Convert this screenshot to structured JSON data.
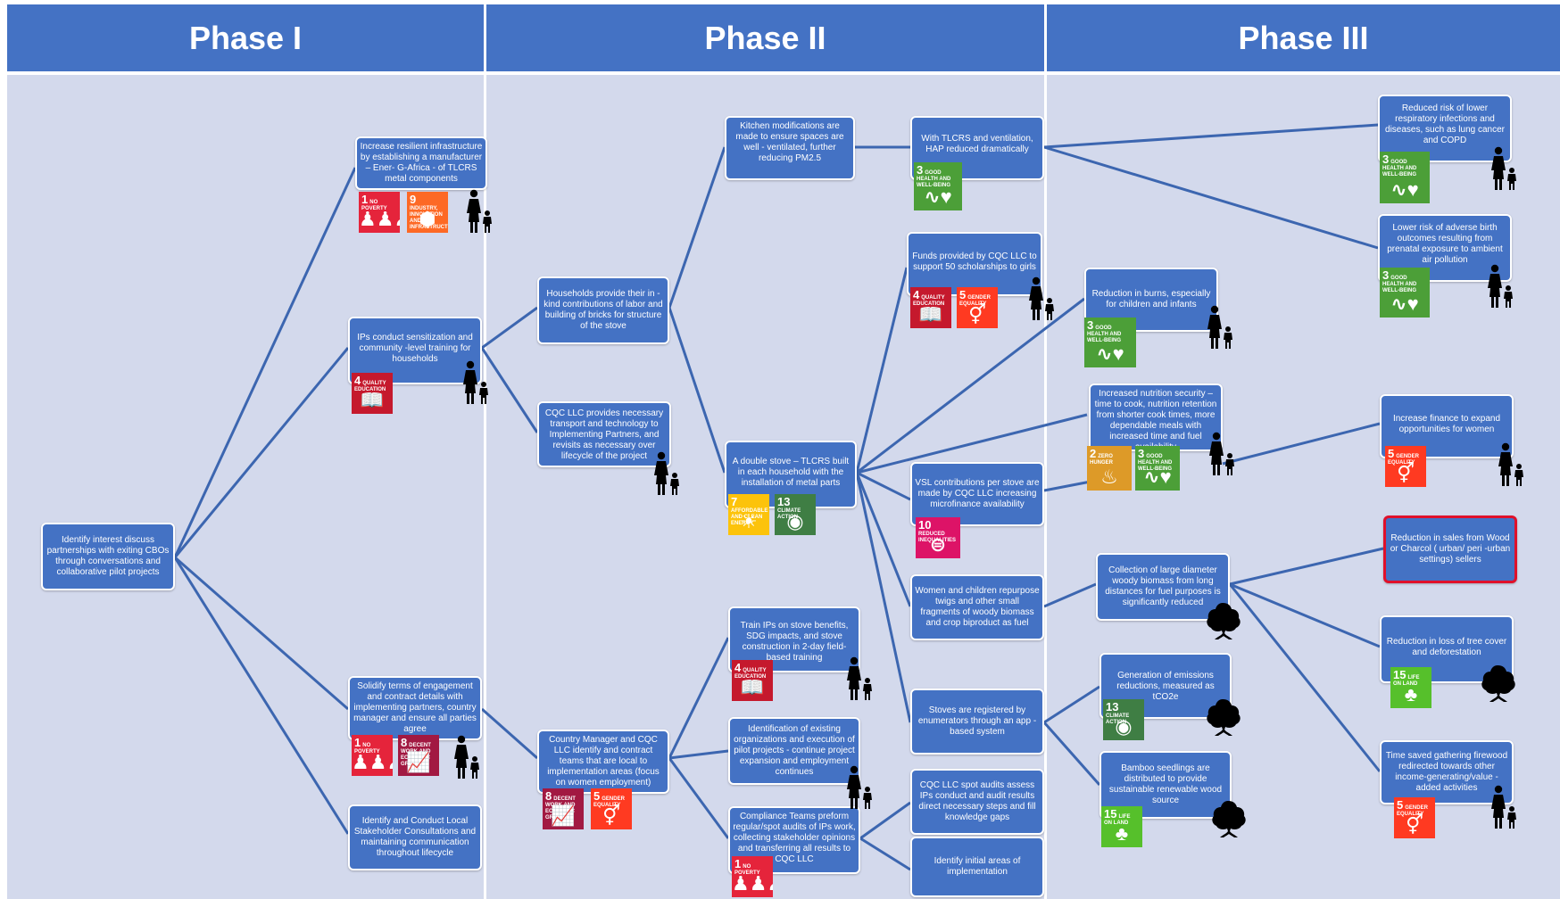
{
  "phases": [
    {
      "title": "Phase I"
    },
    {
      "title": "Phase II"
    },
    {
      "title": "Phase III"
    }
  ],
  "nodes": {
    "identify_interest": "Identify interest discuss partnerships with exiting CBOs through conversations and collaborative pilot projects",
    "increase_resilient": "Increase resilient infrastructure by establishing a manufacturer – Ener- G-Africa - of TLCRS metal components",
    "ips_sensitization": "IPs conduct sensitization and community -level training for households",
    "solidify_terms": "Solidify terms of engagement and contract details with implementing partners, country manager and ensure all parties agree",
    "identify_conduct": "Identify and Conduct Local Stakeholder Consultations and maintaining communication throughout lifecycle",
    "households_provide": "Households provide their in -kind contributions of labor and building of bricks for structure of the stove",
    "cqc_transport": "CQC LLC provides necessary transport and technology to Implementing Partners, and revisits as necessary over lifecycle of the project",
    "country_manager": "Country Manager and CQC LLC identify and contract teams that are local to implementation areas (focus on women employment)",
    "kitchen_mods": "Kitchen modifications are made to ensure spaces are well - ventilated, further reducing PM2.5",
    "double_stove": "A double stove – TLCRS built in each household with the installation of metal parts",
    "train_ips": "Train IPs on stove benefits, SDG impacts, and stove construction in 2-day field-based training",
    "identification_existing": "Identification of existing organizations and execution of pilot projects - continue project expansion and employment continues",
    "compliance_teams": "Compliance Teams preform regular/spot audits of IPs work, collecting stakeholder opinions and transferring all results to CQC LLC",
    "with_tlcrs": "With TLCRS and ventilation, HAP reduced dramatically",
    "funds_provided": "Funds provided by CQC LLC to support 50 scholarships to girls",
    "vsl_contributions": "VSL contributions per stove are made by CQC LLC increasing microfinance availability",
    "women_children": "Women and children repurpose twigs and other small fragments of woody biomass and crop biproduct as fuel",
    "stoves_registered": "Stoves are registered by enumerators through an app - based system",
    "cqc_spot_audits": "CQC LLC spot audits assess IPs conduct and audit results direct necessary steps and fill knowledge gaps",
    "identify_initial": "Identify initial areas of implementation",
    "reduction_burns": "Reduction in burns, especially for children and infants",
    "increased_nutrition": "Increased nutrition security – time to cook, nutrition retention from shorter cook times, more dependable meals with increased time and fuel availability",
    "collection_large": "Collection of large diameter woody biomass from long distances for fuel purposes is significantly reduced",
    "generation_emissions": "Generation of emissions reductions, measured as tCO2e",
    "bamboo_seedlings": "Bamboo seedlings are distributed to provide sustainable renewable wood source",
    "reduced_risk_lower": "Reduced risk of lower respiratory infections and diseases, such as lung cancer and COPD",
    "lower_risk_birth": "Lower risk of adverse birth outcomes resulting from prenatal exposure to ambient air pollution",
    "increase_finance": "Increase finance to expand opportunities for women",
    "reduction_sales": "Reduction in sales from Wood or Charcol ( urban/ peri -urban settings) sellers",
    "reduction_loss": "Reduction in loss of tree cover and deforestation",
    "time_saved": "Time saved gathering firewood redirected towards other income-generating/value -added activities"
  },
  "sdg_labels": {
    "1": "NO POVERTY",
    "2": "ZERO HUNGER",
    "3": "GOOD HEALTH AND WELL-BEING",
    "4": "QUALITY EDUCATION",
    "5": "GENDER EQUALITY",
    "7": "AFFORDABLE AND CLEAN ENERGY",
    "8": "DECENT WORK AND ECONOMIC GROWTH",
    "9": "INDUSTRY, INNOVATION AND INFRASTRUCTURE",
    "10": "REDUCED INEQUALITIES",
    "13": "CLIMATE ACTION",
    "15": "LIFE ON LAND"
  },
  "sdg_colors": {
    "1": "#e5243b",
    "2": "#dda63a",
    "3": "#4c9f38",
    "4": "#c5192d",
    "5": "#ff3a21",
    "7": "#fcc30b",
    "8": "#a21942",
    "9": "#fd6925",
    "10": "#dd1367",
    "13": "#3f7e44",
    "15": "#56c02b"
  },
  "colors": {
    "header": "#4472c4",
    "node": "#4472c4",
    "background": "#d3d9ec",
    "connector": "#3c66b0",
    "highlight_border": "#e0102a"
  }
}
